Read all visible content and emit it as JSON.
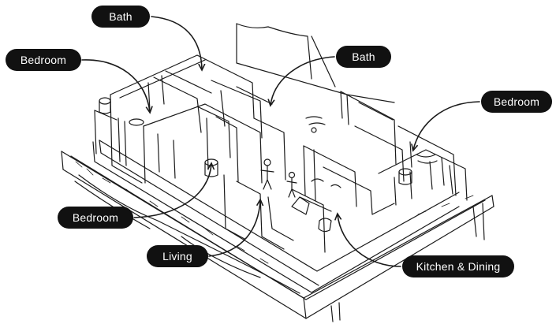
{
  "labels": {
    "bath_1": "Bath",
    "bedroom_1": "Bedroom",
    "bath_2": "Bath",
    "bedroom_2": "Bedroom",
    "bedroom_3": "Bedroom",
    "living": "Living",
    "kitchen_dining": "Kitchen & Dining"
  },
  "colors": {
    "label_background": "#111111",
    "label_text": "#ffffff",
    "ink": "#1a1a1a",
    "background": "#ffffff"
  }
}
